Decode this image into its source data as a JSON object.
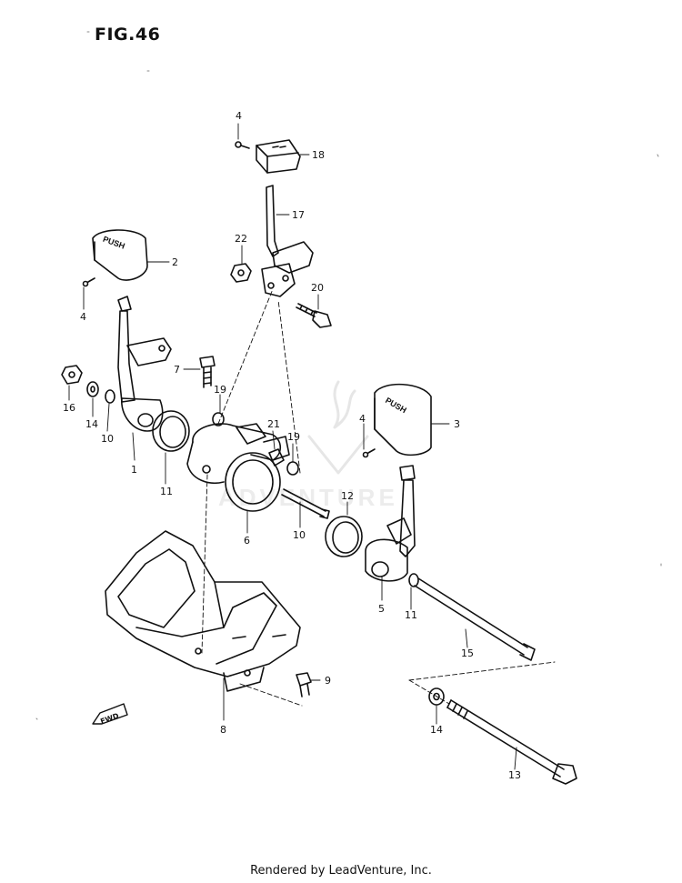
{
  "figure": {
    "title": "FIG.46"
  },
  "watermark": "ADVENTURE",
  "footer": "Rendered by LeadVenture, Inc.",
  "fwd_label": "FWD",
  "knob_text": "PUSH",
  "callouts": [
    {
      "id": "c1",
      "label": "1"
    },
    {
      "id": "c2",
      "label": "2"
    },
    {
      "id": "c3",
      "label": "3"
    },
    {
      "id": "c4a",
      "label": "4"
    },
    {
      "id": "c4b",
      "label": "4"
    },
    {
      "id": "c4c",
      "label": "4"
    },
    {
      "id": "c5",
      "label": "5"
    },
    {
      "id": "c6",
      "label": "6"
    },
    {
      "id": "c7",
      "label": "7"
    },
    {
      "id": "c8",
      "label": "8"
    },
    {
      "id": "c9",
      "label": "9"
    },
    {
      "id": "c10",
      "label": "10"
    },
    {
      "id": "c11a",
      "label": "11"
    },
    {
      "id": "c11b",
      "label": "11"
    },
    {
      "id": "c12a",
      "label": "12"
    },
    {
      "id": "c12b",
      "label": "12"
    },
    {
      "id": "c13",
      "label": "13"
    },
    {
      "id": "c14a",
      "label": "14"
    },
    {
      "id": "c14b",
      "label": "14"
    },
    {
      "id": "c15",
      "label": "15"
    },
    {
      "id": "c16",
      "label": "16"
    },
    {
      "id": "c17",
      "label": "17"
    },
    {
      "id": "c18",
      "label": "18"
    },
    {
      "id": "c19a",
      "label": "19"
    },
    {
      "id": "c19b",
      "label": "19"
    },
    {
      "id": "c20",
      "label": "20"
    },
    {
      "id": "c21",
      "label": "21"
    },
    {
      "id": "c22",
      "label": "22"
    }
  ]
}
